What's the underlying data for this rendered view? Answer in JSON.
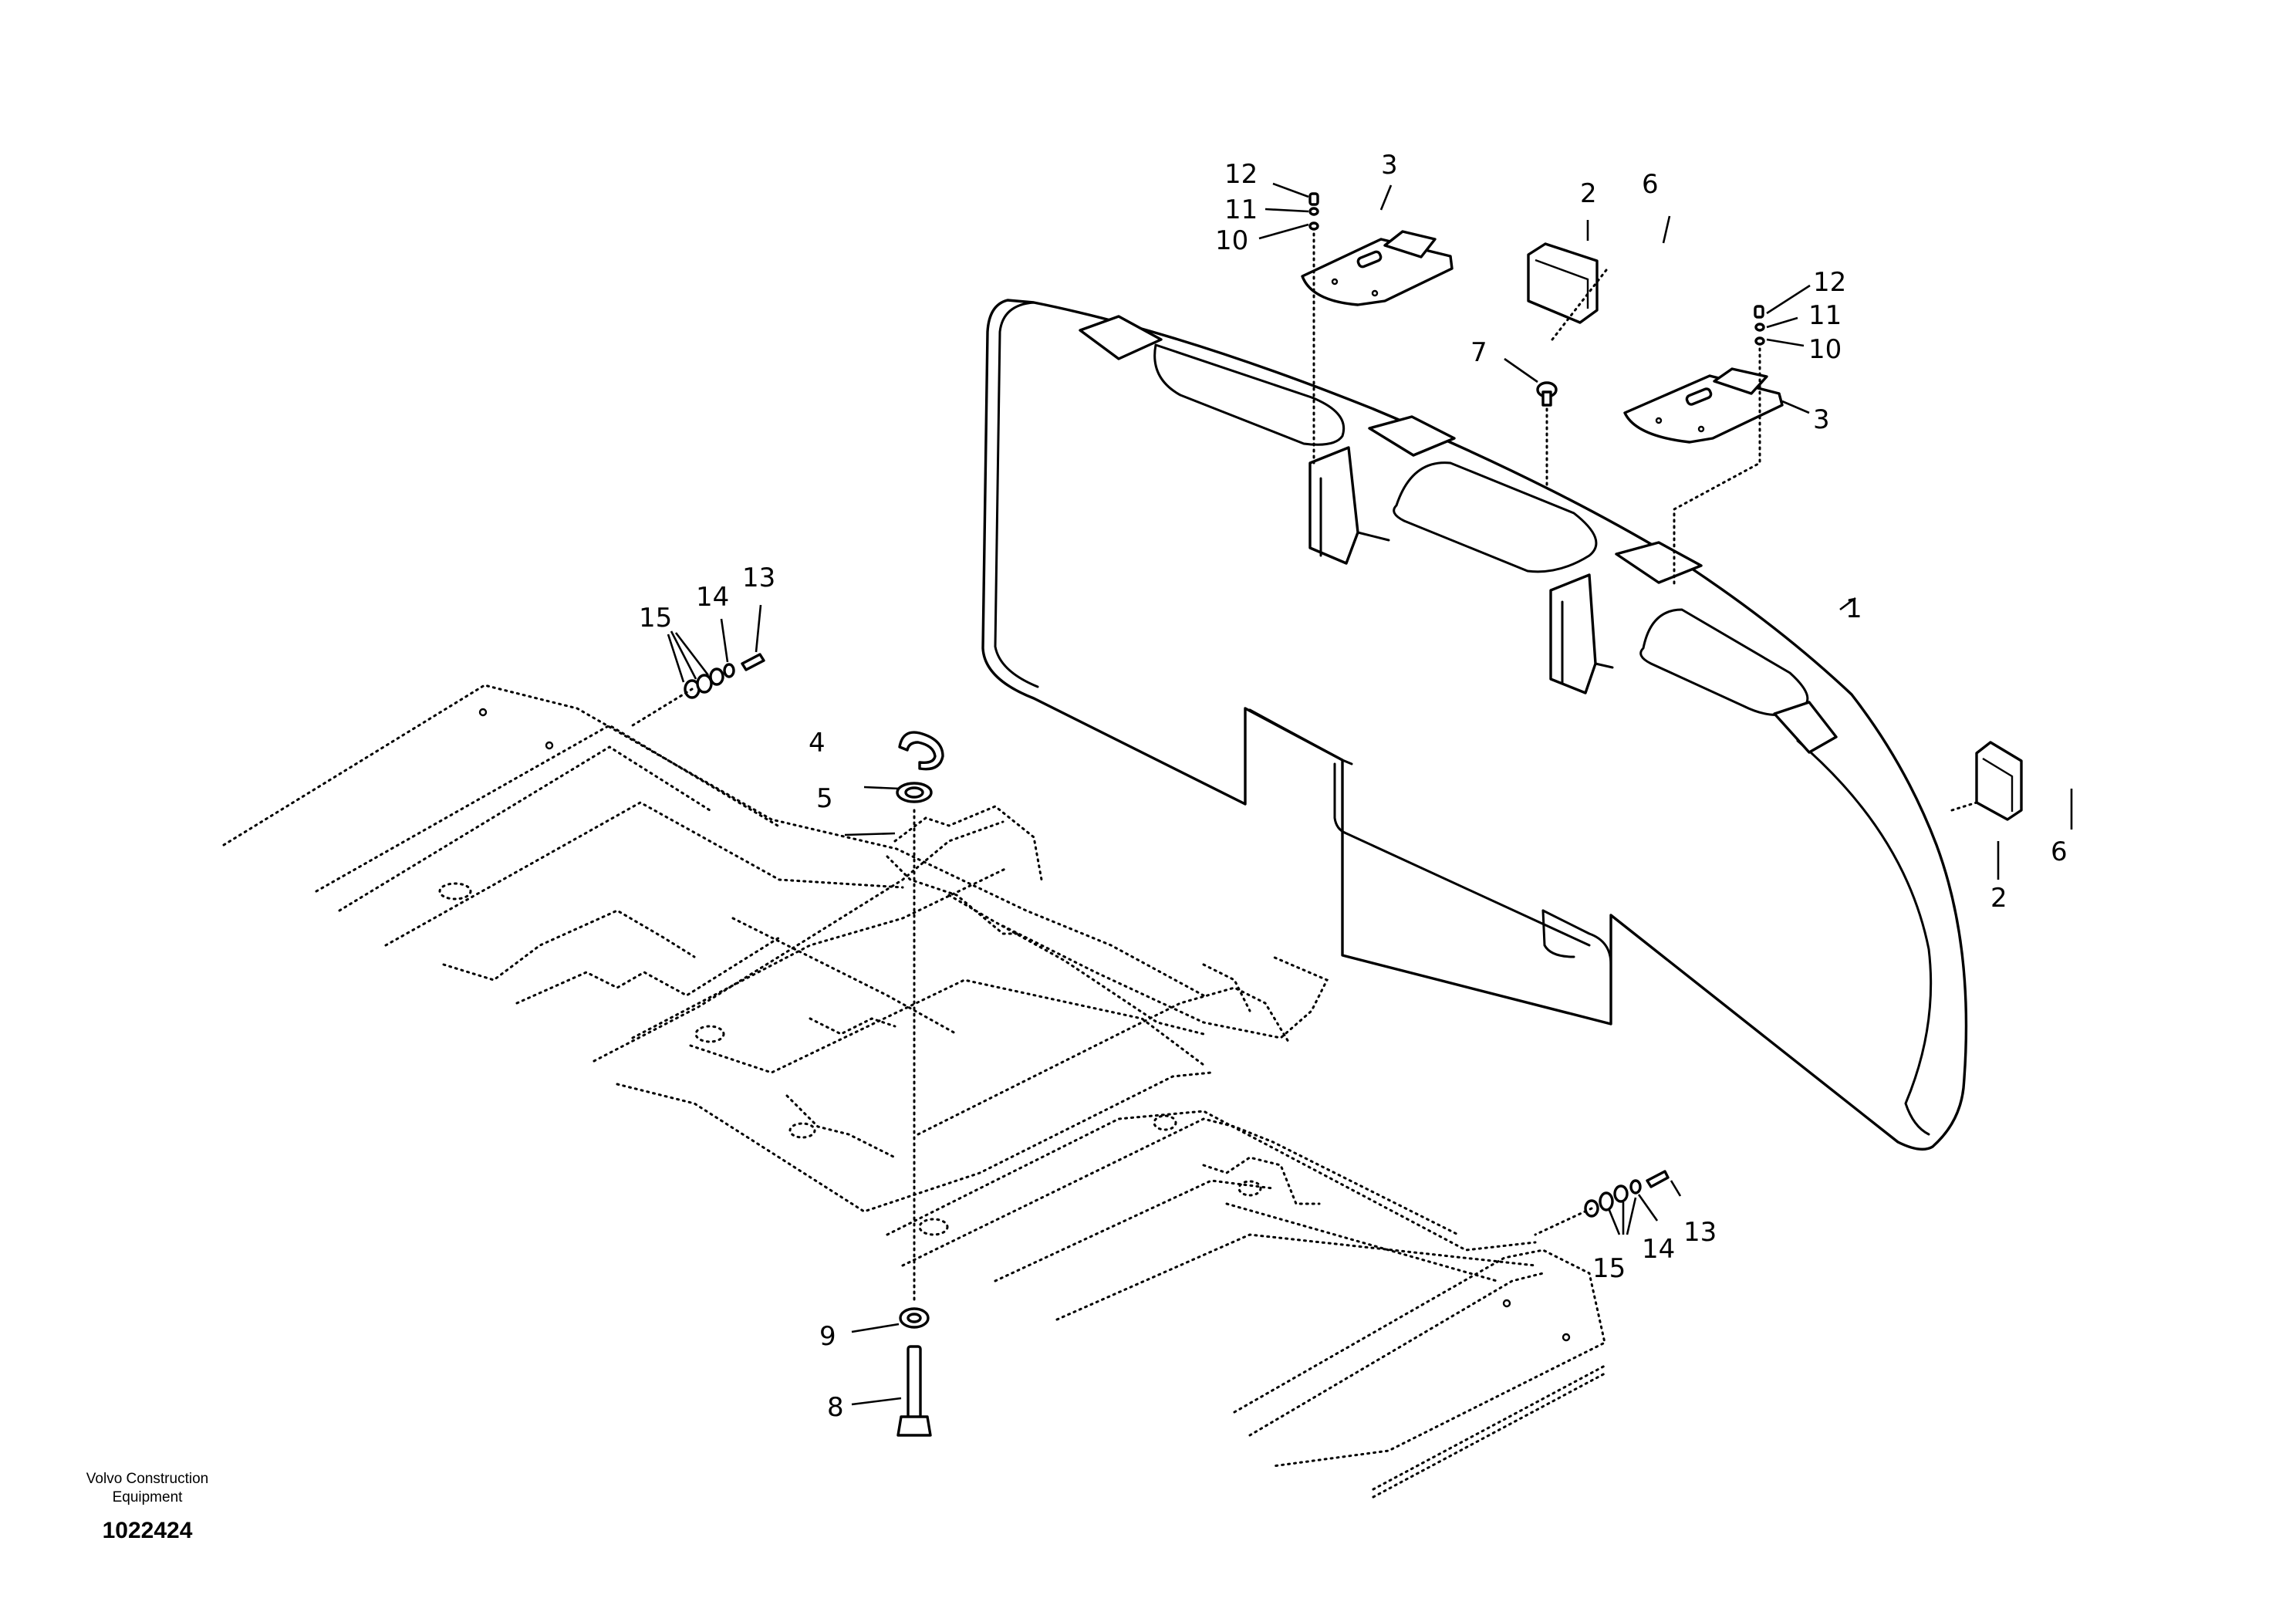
{
  "callouts": {
    "c1": "1",
    "c2a": "2",
    "c2b": "2",
    "c3a": "3",
    "c3b": "3",
    "c4": "4",
    "c5": "5",
    "c6a": "6",
    "c6b": "6",
    "c7": "7",
    "c8": "8",
    "c9": "9",
    "c10a": "10",
    "c10b": "10",
    "c11a": "11",
    "c11b": "11",
    "c12a": "12",
    "c12b": "12",
    "c13a": "13",
    "c13b": "13",
    "c14a": "14",
    "c14b": "14",
    "c15a": "15",
    "c15b": "15"
  },
  "footer": {
    "brand_line_1": "Volvo Construction",
    "brand_line_2": "Equipment",
    "doc_number": "1022424"
  }
}
